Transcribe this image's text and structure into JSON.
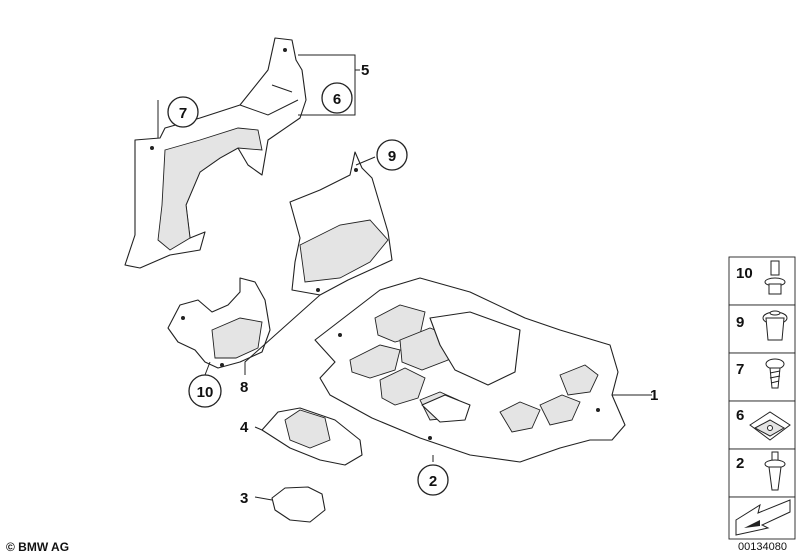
{
  "callouts": {
    "c1": "1",
    "c2": "2",
    "c3": "3",
    "c4": "4",
    "c5": "5",
    "c6": "6",
    "c7": "7",
    "c8": "8",
    "c9": "9",
    "c10": "10"
  },
  "legend": {
    "items": [
      {
        "label": "10",
        "icon": "bolt-icon"
      },
      {
        "label": "9",
        "icon": "expanding-rivet-icon"
      },
      {
        "label": "7",
        "icon": "screw-icon"
      },
      {
        "label": "6",
        "icon": "spring-nut-icon"
      },
      {
        "label": "2",
        "icon": "push-rivet-icon"
      }
    ],
    "arrow_icon": "direction-arrow-icon"
  },
  "footer": {
    "copyright": "© BMW AG",
    "doc_number": "00134080"
  }
}
